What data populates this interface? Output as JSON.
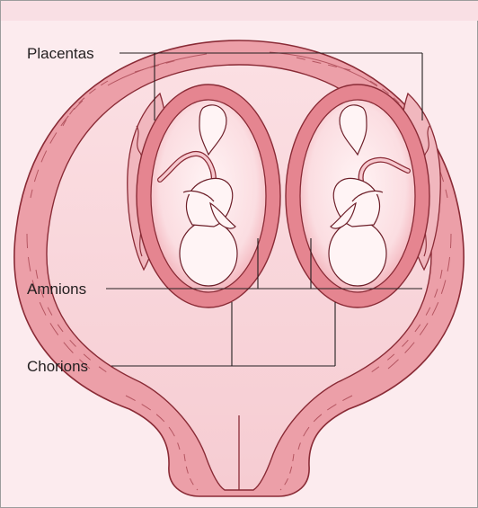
{
  "labels": {
    "placentas": "Placentas",
    "amnions": "Amnions",
    "chorions": "Chorions"
  },
  "colors": {
    "background": "#fcebee",
    "uterus_wall": "#ec9fa8",
    "uterine_cavity": "#f8d5d9",
    "chorion": "#e58590",
    "amnion_fluid": "#fde8eb",
    "placenta": "#f1b7be",
    "leader_line": "#231f20"
  }
}
